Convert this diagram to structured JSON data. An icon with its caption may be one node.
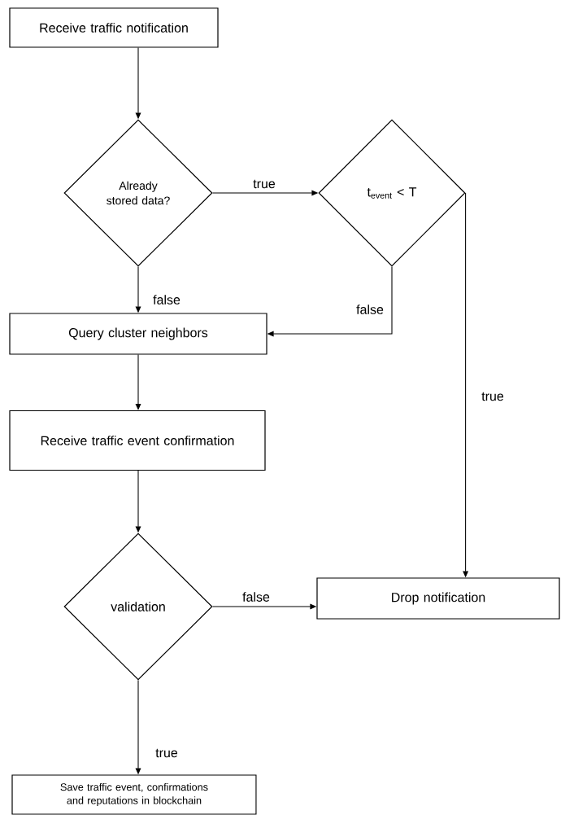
{
  "diagram": {
    "nodes": [
      {
        "text": [
          "Receive traffic notification"
        ]
      },
      {
        "text": [
          "Already stored data?"
        ]
      },
      {
        "text": [
          "t$_{event}$ < T"
        ]
      },
      {
        "text": [
          "Query cluster neighbors"
        ]
      },
      {
        "text": [
          "Receive traffic event confirmation"
        ]
      },
      {
        "text": [
          "validation"
        ]
      },
      {
        "text": [
          "Drop notification"
        ]
      },
      {
        "text": [
          "Save traffic event, confirmations and reputations in blockchain"
        ]
      }
    ],
    "edges": [
      {
        "from": 0,
        "to": 1,
        "arrow": "to"
      },
      {
        "from": 1,
        "to": 2,
        "arrow": "to",
        "label": "true"
      },
      {
        "from": 1,
        "to": 3,
        "arrow": "to",
        "label": "false"
      },
      {
        "from": 2,
        "to": 3,
        "arrow": "to",
        "label": "false"
      },
      {
        "from": 2,
        "to": 6,
        "arrow": "to",
        "label": "true"
      },
      {
        "from": 3,
        "to": 4,
        "arrow": "to"
      },
      {
        "from": 4,
        "to": 5,
        "arrow": "to"
      },
      {
        "from": 5,
        "to": 6,
        "arrow": "to",
        "label": "false"
      },
      {
        "from": 5,
        "to": 7,
        "arrow": "to",
        "label": "true"
      }
    ]
  }
}
